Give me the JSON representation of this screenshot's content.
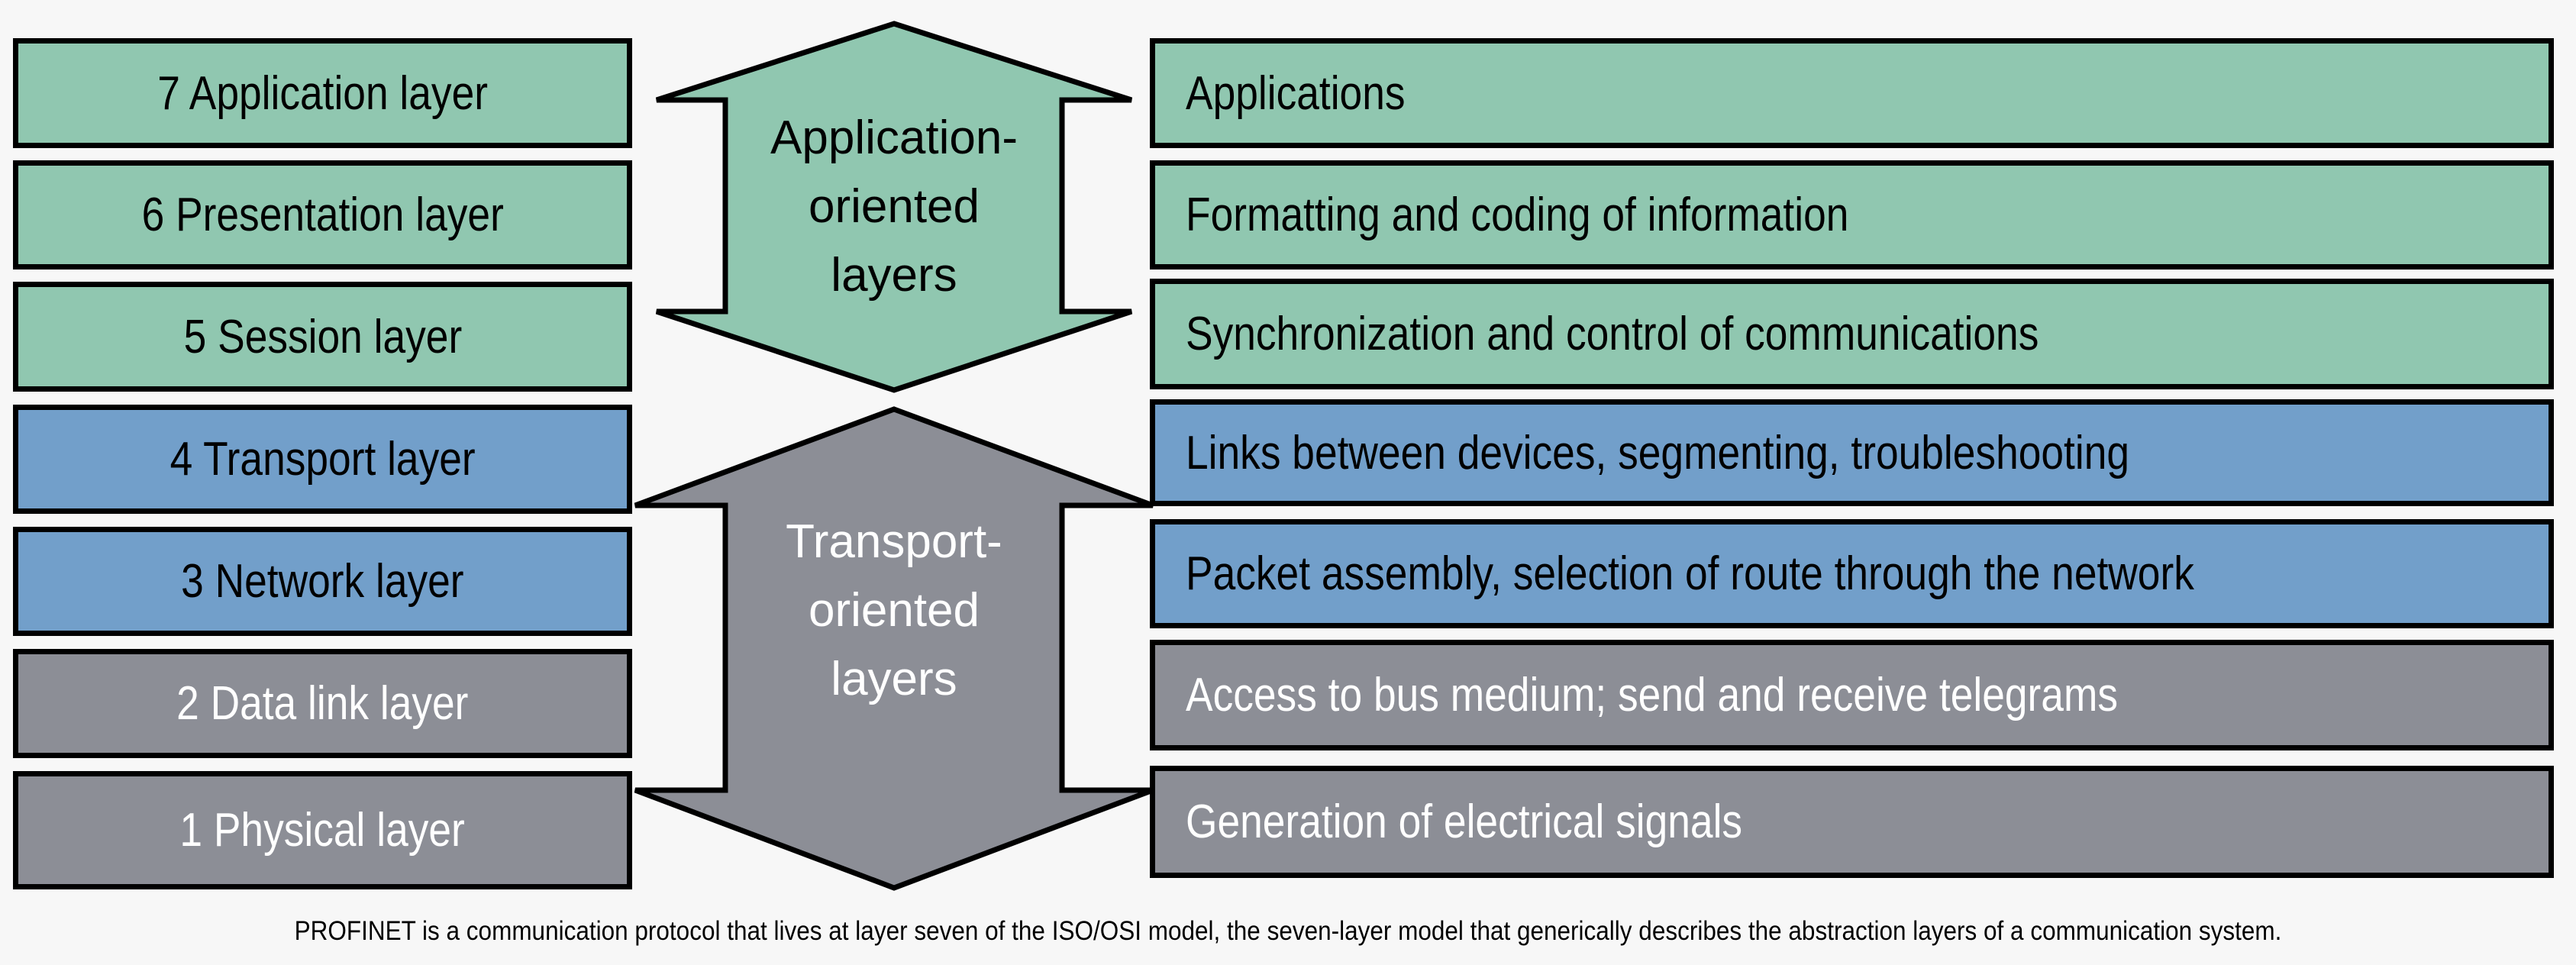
{
  "diagram": {
    "title": "ISO/OSI seven-layer model",
    "colors": {
      "application_group": "#90c7b0",
      "network_transport": "#729fca",
      "lower_layers": "#8c8e96",
      "border": "#000000",
      "background": "#f7f7f7"
    },
    "layers": [
      {
        "number": 7,
        "label": "7 Application layer",
        "description": "Applications",
        "color_group": "green"
      },
      {
        "number": 6,
        "label": "6 Presentation layer",
        "description": "Formatting and coding of information",
        "color_group": "green"
      },
      {
        "number": 5,
        "label": "5 Session layer",
        "description": "Synchronization and control of communications",
        "color_group": "green"
      },
      {
        "number": 4,
        "label": "4 Transport layer",
        "description": "Links between devices, segmenting, troubleshooting",
        "color_group": "blue"
      },
      {
        "number": 3,
        "label": "3 Network layer",
        "description": "Packet assembly, selection of route through the network",
        "color_group": "blue"
      },
      {
        "number": 2,
        "label": "2 Data link layer",
        "description": "Access to bus medium; send and receive telegrams",
        "color_group": "grey"
      },
      {
        "number": 1,
        "label": "1 Physical layer",
        "description": "Generation of electrical signals",
        "color_group": "grey"
      }
    ],
    "groups": {
      "application": {
        "line1": "Application-",
        "line2": "oriented",
        "line3": "layers",
        "covers_layers": [
          7,
          6,
          5
        ]
      },
      "transport": {
        "line1": "Transport-",
        "line2": "oriented",
        "line3": "layers",
        "covers_layers": [
          4,
          3,
          2,
          1
        ]
      }
    }
  },
  "caption": "PROFINET is a communication protocol that lives at layer seven of the ISO/OSI model, the seven-layer model that generically describes the abstraction layers of a communication system."
}
